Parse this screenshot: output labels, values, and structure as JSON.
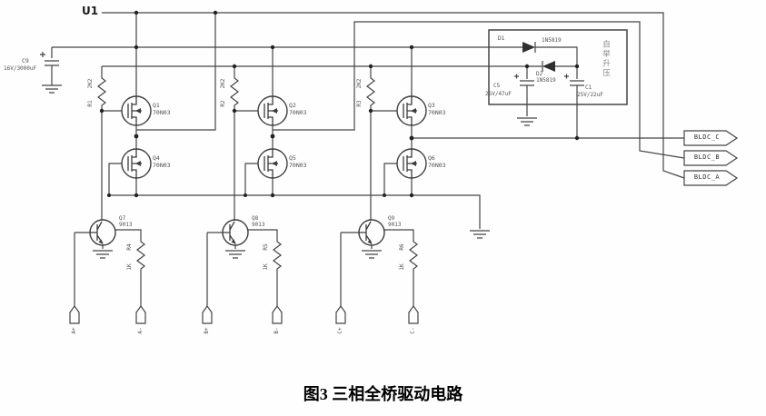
{
  "caption": "图3 三相全桥驱动电路",
  "power": {
    "label": "U1"
  },
  "bulk_capacitor": {
    "ref": "C9",
    "value": "16V/3000uF"
  },
  "bootstrap": {
    "note": "自举升压",
    "d1_ref": "D1",
    "d1_part": "1N5819",
    "d2_ref": "D2",
    "d2_part": "1N5819",
    "c5_ref": "C5",
    "c5_value": "25V/47uF",
    "c1_ref": "C1",
    "c1_value": "25V/22uF"
  },
  "outputs": {
    "c": "BLDC_C",
    "b": "BLDC_B",
    "a": "BLDC_A"
  },
  "phases": [
    {
      "high_ref": "Q1",
      "high_part": "70N03",
      "low_ref": "Q4",
      "low_part": "70N03",
      "pullup_ref": "R1",
      "pullup_value": "2K2",
      "bjt_ref": "Q7",
      "bjt_part": "9013",
      "series_ref": "R4",
      "series_value": "1K",
      "input_high": "A+",
      "input_low": "A-"
    },
    {
      "high_ref": "Q2",
      "high_part": "70N03",
      "low_ref": "Q5",
      "low_part": "70N03",
      "pullup_ref": "R2",
      "pullup_value": "2K2",
      "bjt_ref": "Q8",
      "bjt_part": "9013",
      "series_ref": "R5",
      "series_value": "1K",
      "input_high": "B+",
      "input_low": "B-"
    },
    {
      "high_ref": "Q3",
      "high_part": "70N03",
      "low_ref": "Q6",
      "low_part": "70N03",
      "pullup_ref": "R3",
      "pullup_value": "2K2",
      "bjt_ref": "Q9",
      "bjt_part": "9013",
      "series_ref": "R6",
      "series_value": "1K",
      "input_high": "C+",
      "input_low": "C-"
    }
  ]
}
